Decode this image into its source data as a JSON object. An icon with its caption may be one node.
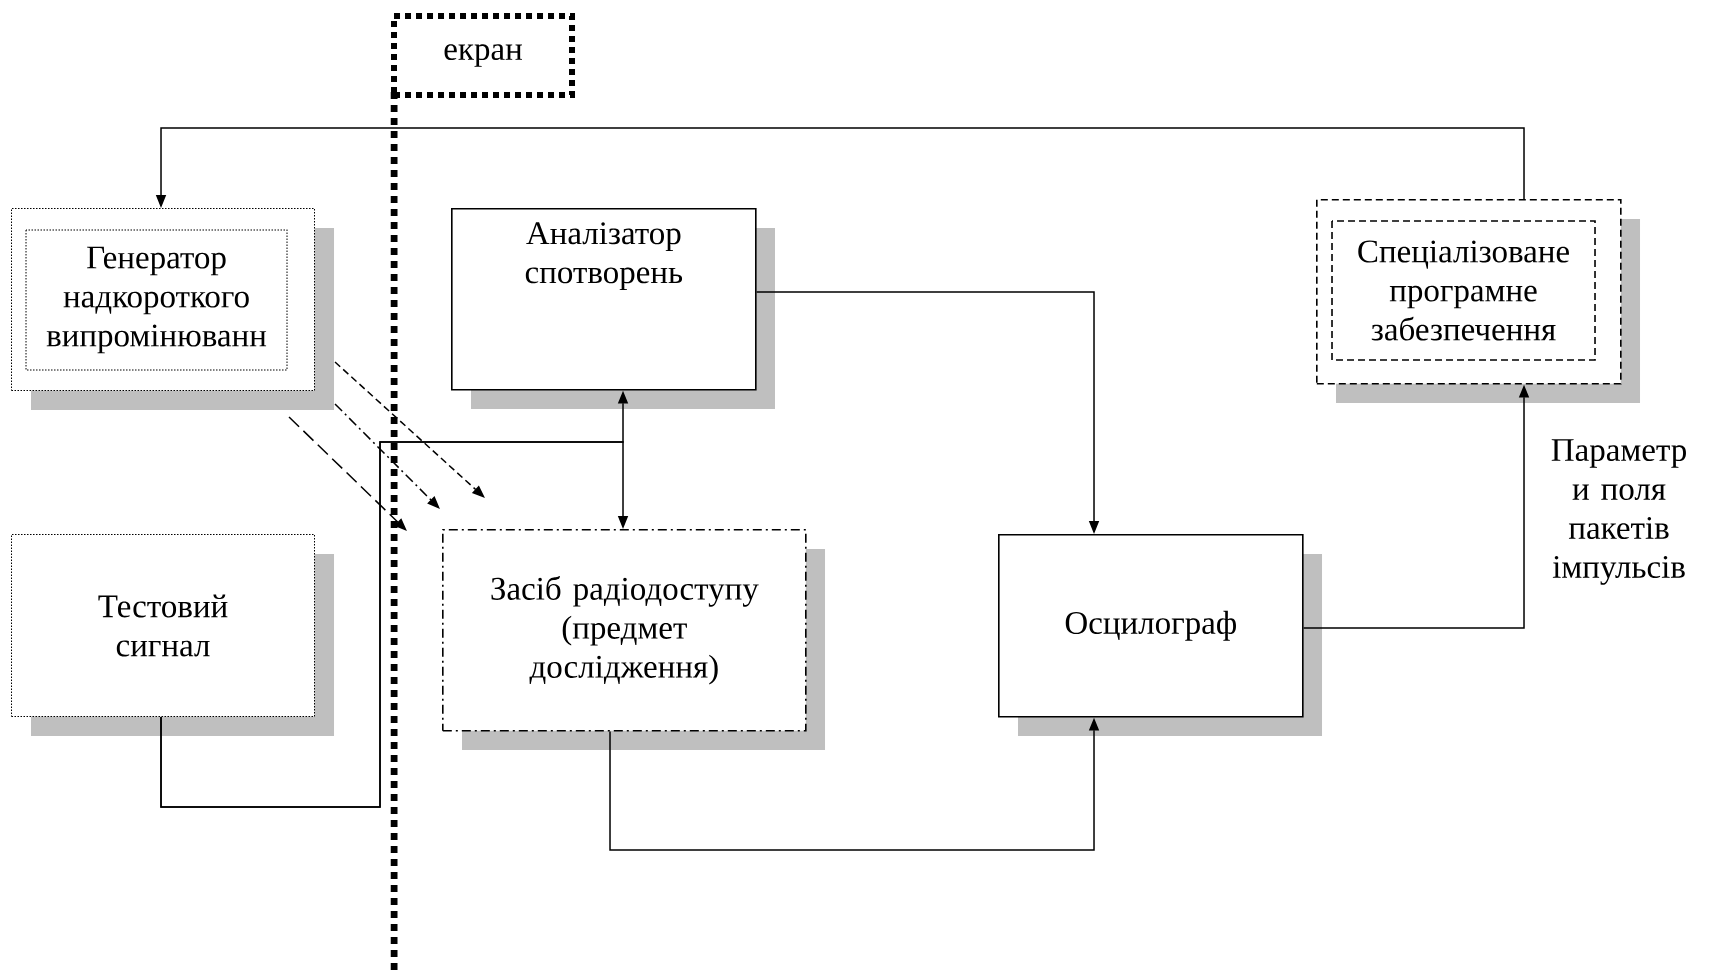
{
  "diagram": {
    "nodes": [
      {
        "text": [
          "екран"
        ]
      },
      {
        "text": [
          "Генератор надкороткого випромінюванн"
        ]
      },
      {
        "text": [
          "Аналізатор спотворень"
        ]
      },
      {
        "text": [
          "Спеціалізоване програмне забезпечення"
        ]
      },
      {
        "text": [
          "Тестовий сигнал"
        ]
      },
      {
        "text": [
          "Засіб радіодоступу (предмет дослідження)"
        ]
      },
      {
        "text": [
          "Осцилограф"
        ]
      }
    ],
    "edges": [
      {
        "from": 3,
        "to": 1,
        "arrow": "to"
      },
      {
        "from": 2,
        "to": 6,
        "arrow": "to"
      },
      {
        "from": 4,
        "to": 2,
        "arrow": "to"
      },
      {
        "from": 4,
        "to": 5,
        "arrow": "to"
      },
      {
        "from": 5,
        "to": 6,
        "arrow": "to"
      },
      {
        "from": 6,
        "to": 3,
        "arrow": "to",
        "label": "Параметр и поля пакетів імпульсів"
      },
      {
        "from": 1,
        "to": 5,
        "arrow": "to",
        "style": "dashed"
      },
      {
        "from": 1,
        "to": 5,
        "arrow": "to",
        "style": "dashed"
      },
      {
        "from": 1,
        "to": 5,
        "arrow": "to",
        "style": "dashed"
      }
    ]
  }
}
